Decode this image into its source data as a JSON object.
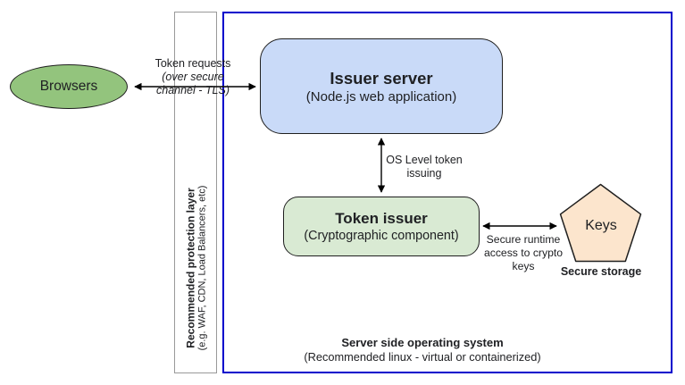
{
  "diagram": {
    "nodes": {
      "browsers": {
        "label": "Browsers"
      },
      "issuer_server": {
        "title": "Issuer server",
        "subtitle": "(Node.js web application)"
      },
      "token_issuer": {
        "title": "Token issuer",
        "subtitle": "(Cryptographic component)"
      },
      "keys": {
        "label": "Keys",
        "caption": "Secure storage"
      }
    },
    "containers": {
      "protection_layer": {
        "title": "Recommended protection layer",
        "subtitle": "(e.g. WAF, CDN, Load Balancers, etc)"
      },
      "os_layer": {
        "title": "Server side operating system",
        "subtitle": "(Recommended linux - virtual or containerized)"
      }
    },
    "edges": {
      "token_requests": {
        "line1": "Token requests",
        "line2": "(over secure",
        "line3": "channel - TLS)"
      },
      "os_level": {
        "line1": "OS Level token",
        "line2": "issuing"
      },
      "secure_runtime": {
        "line1": "Secure runtime",
        "line2": "access to crypto",
        "line3": "keys"
      }
    }
  },
  "colors": {
    "browsers_fill": "#93c47d",
    "issuer_fill": "#c9daf8",
    "token_fill": "#d9ead3",
    "keys_fill": "#fce5cd",
    "os_border": "#0000cc",
    "strip_border": "#999999",
    "shape_border": "#1f1f1f",
    "text": "#202124"
  }
}
